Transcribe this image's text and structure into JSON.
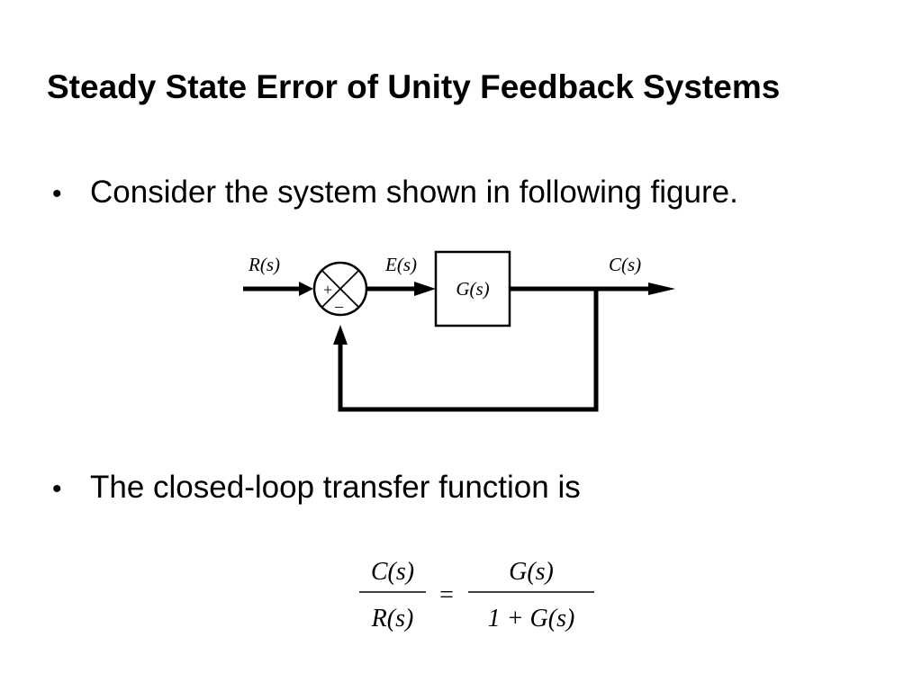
{
  "slide": {
    "title": "Steady State Error of Unity Feedback Systems",
    "bullets": [
      {
        "symbol": "•",
        "text": "Consider the system shown in following figure."
      },
      {
        "symbol": "•",
        "text": "The closed-loop transfer function is"
      }
    ]
  },
  "diagram": {
    "input_label": "R(s)",
    "error_label": "E(s)",
    "block_label": "G(s)",
    "output_label": "C(s)",
    "plus_sign": "+",
    "minus_sign": "–"
  },
  "equation": {
    "lhs_numerator": "C(s)",
    "lhs_denominator": "R(s)",
    "equals": "=",
    "rhs_numerator": "G(s)",
    "rhs_denominator": "1 + G(s)"
  },
  "colors": {
    "background": "#ffffff",
    "ink": "#000000"
  }
}
